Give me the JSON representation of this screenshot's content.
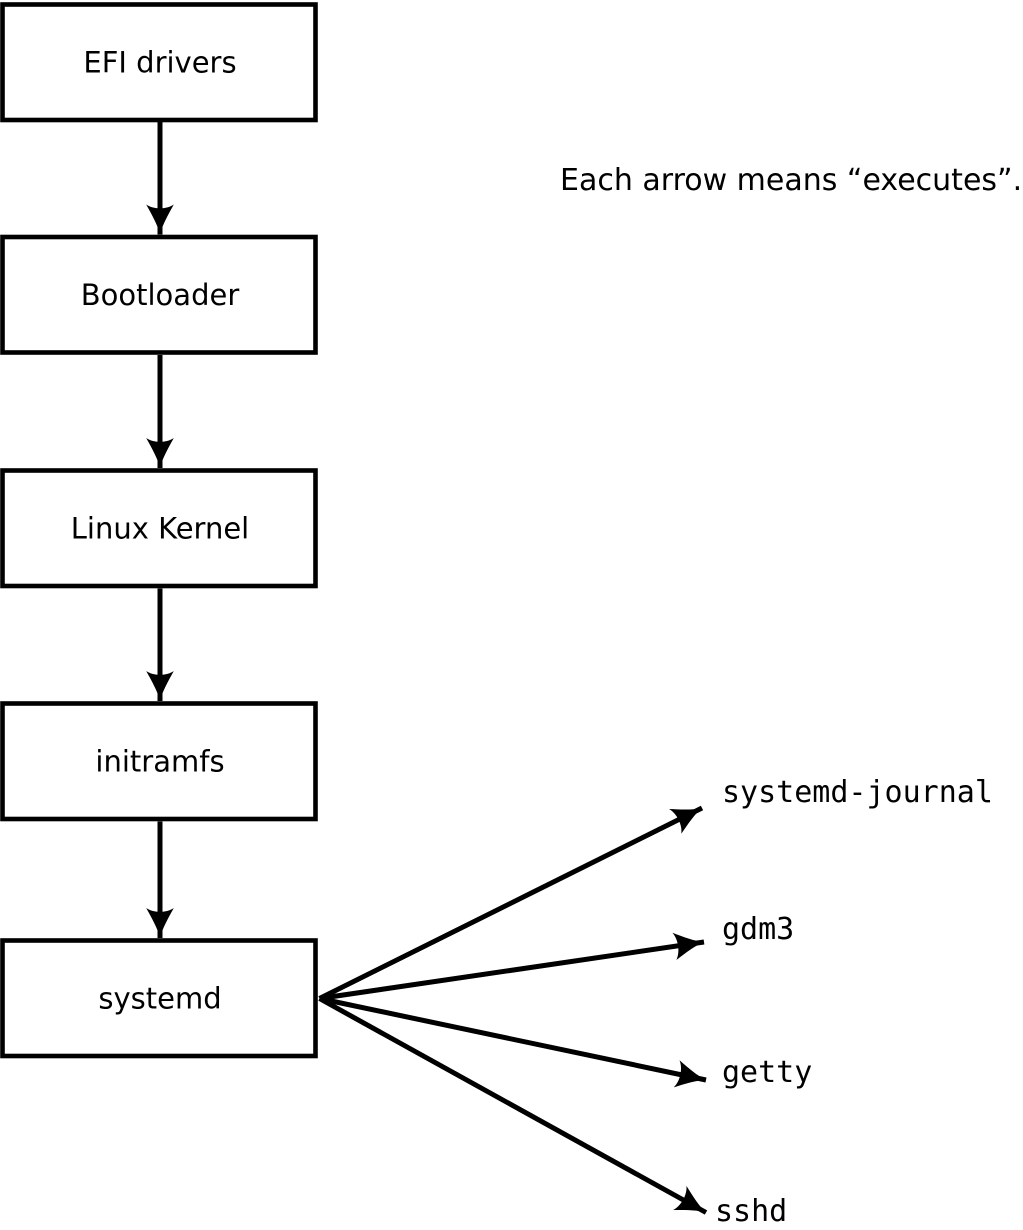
{
  "diagram": {
    "note": "Each arrow means “executes”.",
    "boxes": [
      {
        "label": "EFI drivers"
      },
      {
        "label": "Bootloader"
      },
      {
        "label": "Linux Kernel"
      },
      {
        "label": "initramfs"
      },
      {
        "label": "systemd"
      }
    ],
    "spawned": [
      {
        "label": "systemd-journal"
      },
      {
        "label": "gdm3"
      },
      {
        "label": "getty"
      },
      {
        "label": "sshd"
      }
    ],
    "colors": {
      "ink": "#000000",
      "background": "#ffffff",
      "box_fill": "#ffffff"
    }
  }
}
